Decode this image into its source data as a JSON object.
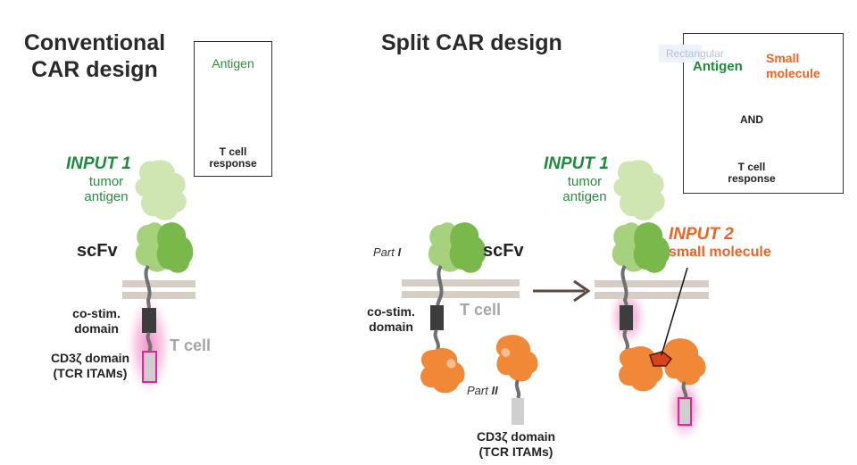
{
  "conventional": {
    "title_line1": "Conventional",
    "title_line2": "CAR design",
    "logic_box": {
      "input": "Antigen",
      "output_line1": "T cell",
      "output_line2": "response"
    },
    "input1": "INPUT 1",
    "input1_sub1": "tumor",
    "input1_sub2": "antigen",
    "scfv": "scFv",
    "costim_line1": "co-stim.",
    "costim_line2": "domain",
    "cd3_line1": "CD3ζ domain",
    "cd3_line2": "(TCR ITAMs)",
    "tcell": "T cell"
  },
  "split": {
    "title": "Split CAR design",
    "logic_box": {
      "input_a": "Antigen",
      "input_b_line1": "Small",
      "input_b_line2": "molecule",
      "gate": "AND",
      "output_line1": "T cell",
      "output_line2": "response"
    },
    "part1_prefix": "Part",
    "part1_num": "I",
    "scfv": "scFv",
    "costim_line1": "co-stim.",
    "costim_line2": "domain",
    "tcell": "T cell",
    "part2_prefix": "Part",
    "part2_num": "II",
    "cd3_line1": "CD3ζ domain",
    "cd3_line2": "(TCR ITAMs)",
    "input1": "INPUT 1",
    "input1_sub1": "tumor",
    "input1_sub2": "antigen",
    "input2": "INPUT 2",
    "input2_sub": "small molecule"
  },
  "overlay_label": "Rectangular",
  "colors": {
    "antigen_light": "#cfe6b3",
    "scfv_light": "#a6d27e",
    "scfv_dark": "#79b84a",
    "membrane": "#d6cdc4",
    "costim": "#3d3d3d",
    "cd3": "#cfcfcf",
    "glow": "#ee2e9c",
    "orange_domain": "#f08838",
    "input_green": "#1f8a3c",
    "input_orange": "#ee6422"
  }
}
